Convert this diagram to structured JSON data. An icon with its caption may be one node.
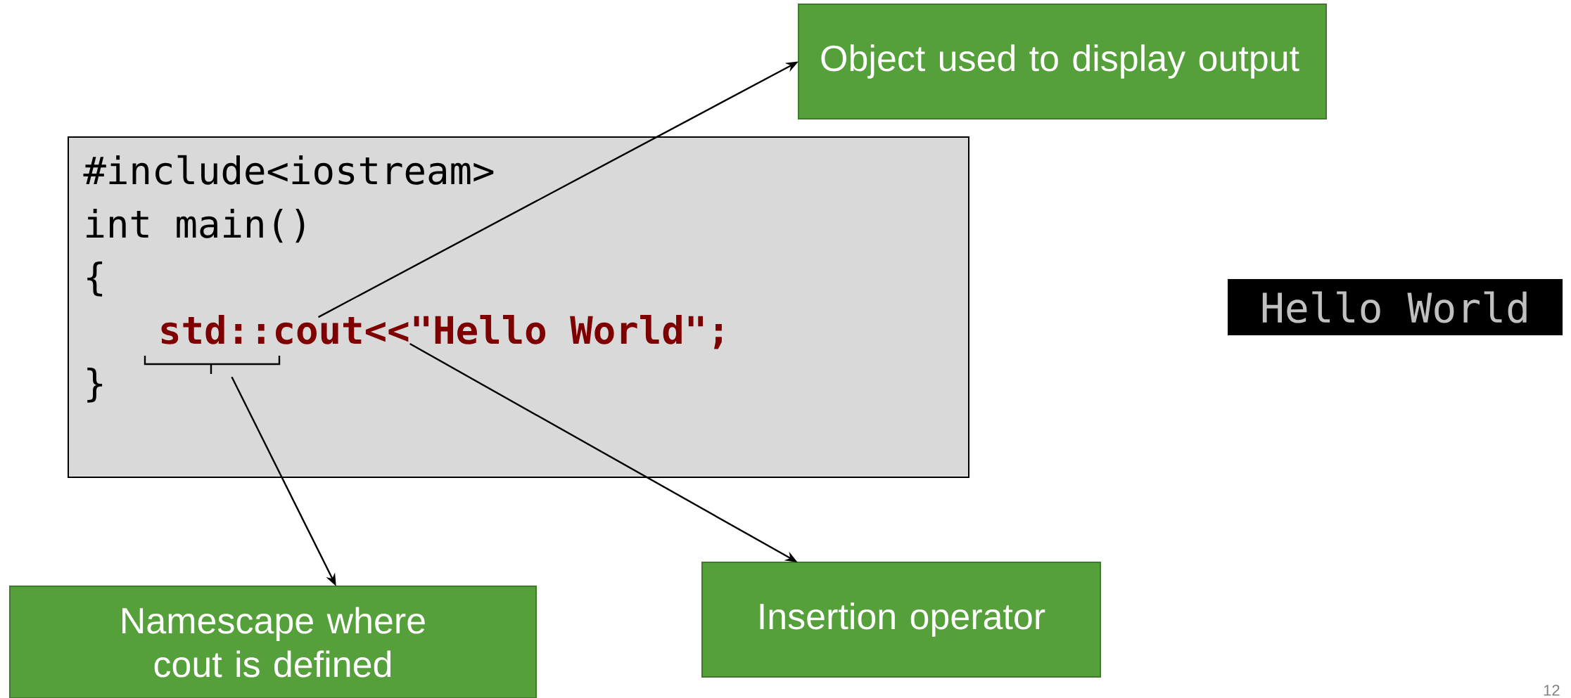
{
  "diagram": {
    "nodes": [
      {
        "text": [
          "#include<iostream>",
          "int main()",
          "{",
          "}"
        ]
      },
      {
        "text": [
          "std::"
        ],
        "in": 0
      },
      {
        "text": [
          "cout"
        ],
        "in": 0
      },
      {
        "text": [
          "<<"
        ],
        "in": 0
      },
      {
        "text": [
          "\"Hello World\";"
        ],
        "in": 0
      },
      {
        "text": [
          "Object used to display output"
        ]
      },
      {
        "text": [
          "Namescape where cout is defined"
        ]
      },
      {
        "text": [
          "Insertion operator"
        ]
      },
      {
        "text": [
          "Hello World"
        ]
      }
    ],
    "edges": [
      {
        "from": 2,
        "to": 5,
        "arrow": "to"
      },
      {
        "from": 1,
        "to": 6,
        "arrow": "to"
      },
      {
        "from": 3,
        "to": 7,
        "arrow": "to"
      }
    ],
    "labels": [
      "12"
    ]
  }
}
